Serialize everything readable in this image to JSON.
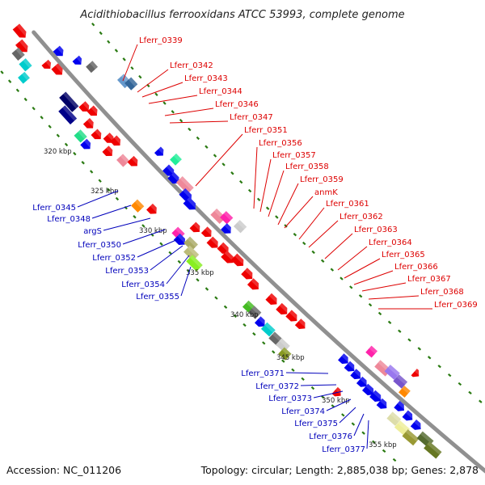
{
  "title": "Acidithiobacillus ferrooxidans ATCC 53993, complete genome",
  "footer": {
    "accession": "Accession: NC_011206",
    "summary": "Topology: circular; Length: 2,885,038 bp; Genes: 2,878"
  },
  "colors": {
    "forward_label": "#dd0000",
    "reverse_label": "#0000bb",
    "backbone": "#909090",
    "tick": "#2a7a12",
    "red": "#ee0000",
    "blue": "#0000ee"
  },
  "kbp_markers": [
    "320 kbp",
    "325 kbp",
    "330 kbp",
    "335 kbp",
    "340 kbp",
    "345 kbp",
    "350 kbp",
    "355 kbp"
  ],
  "forward_labels": [
    "Lferr_0339",
    "Lferr_0342",
    "Lferr_0343",
    "Lferr_0344",
    "Lferr_0346",
    "Lferr_0347",
    "Lferr_0351",
    "Lferr_0356",
    "Lferr_0357",
    "Lferr_0358",
    "Lferr_0359",
    "anmK",
    "Lferr_0361",
    "Lferr_0362",
    "Lferr_0363",
    "Lferr_0364",
    "Lferr_0365",
    "Lferr_0366",
    "Lferr_0367",
    "Lferr_0368",
    "Lferr_0369"
  ],
  "reverse_labels_upper": [
    "Lferr_0345",
    "Lferr_0348",
    "argS",
    "Lferr_0350",
    "Lferr_0352",
    "Lferr_0353",
    "Lferr_0354",
    "Lferr_0355"
  ],
  "reverse_labels_lower": [
    "Lferr_0371",
    "Lferr_0372",
    "Lferr_0373",
    "Lferr_0374",
    "Lferr_0375",
    "Lferr_0376",
    "Lferr_0377"
  ]
}
